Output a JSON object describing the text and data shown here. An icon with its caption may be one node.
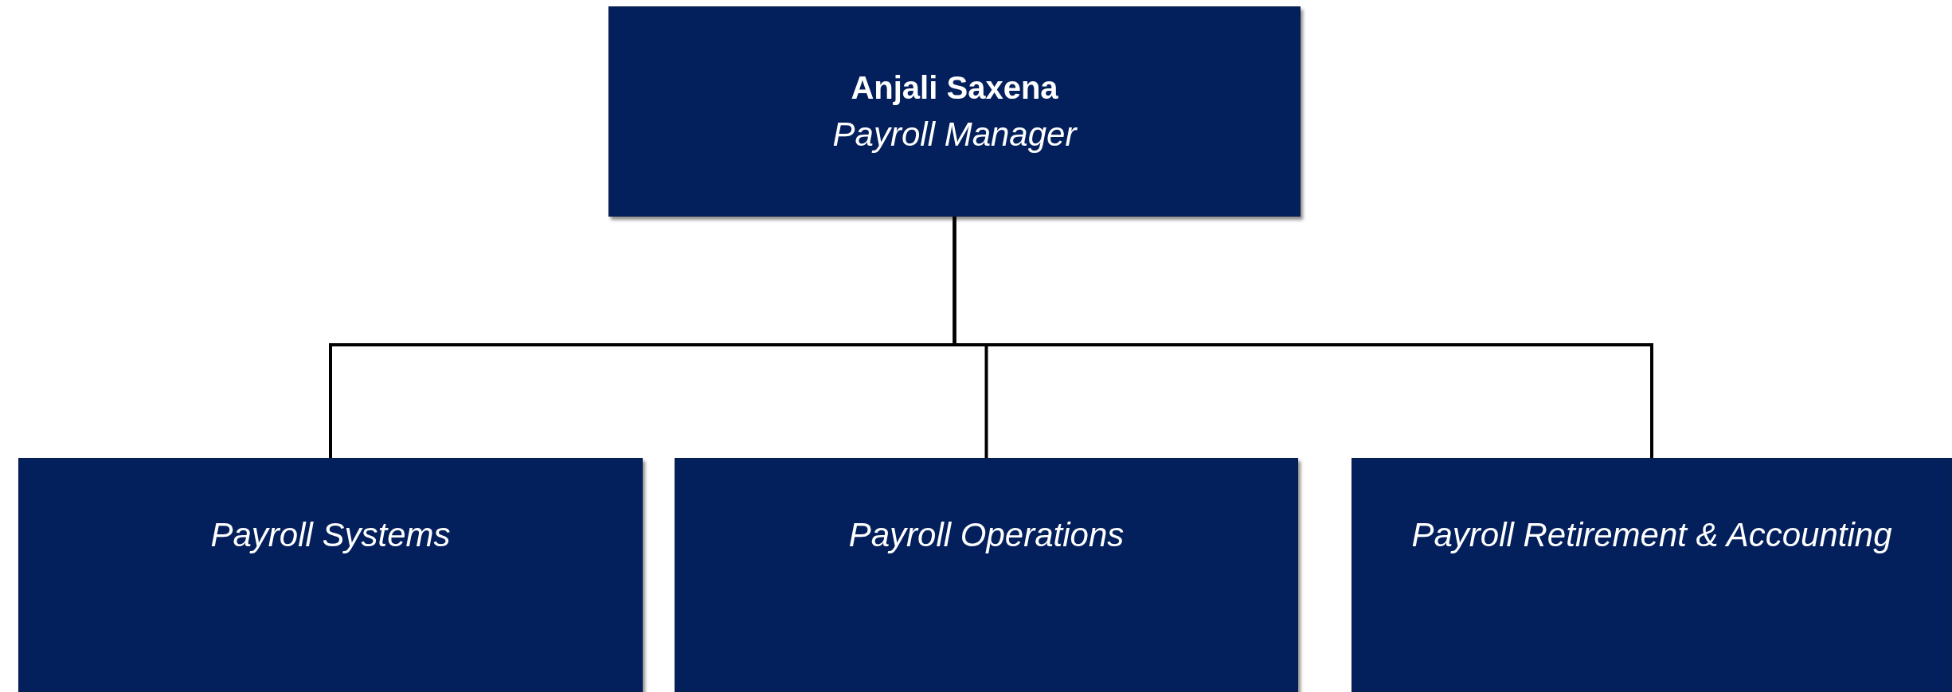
{
  "diagram": {
    "nodes": [
      {
        "text": [
          "Anjali Saxena",
          "Payroll Manager"
        ]
      },
      {
        "text": [
          "Payroll Systems"
        ]
      },
      {
        "text": [
          "Payroll Operations"
        ]
      },
      {
        "text": [
          "Payroll Retirement & Accounting"
        ]
      }
    ],
    "edges": [
      {
        "from": 0,
        "to": 1,
        "arrow": "none"
      },
      {
        "from": 0,
        "to": 2,
        "arrow": "none"
      },
      {
        "from": 0,
        "to": 3,
        "arrow": "none"
      }
    ]
  }
}
